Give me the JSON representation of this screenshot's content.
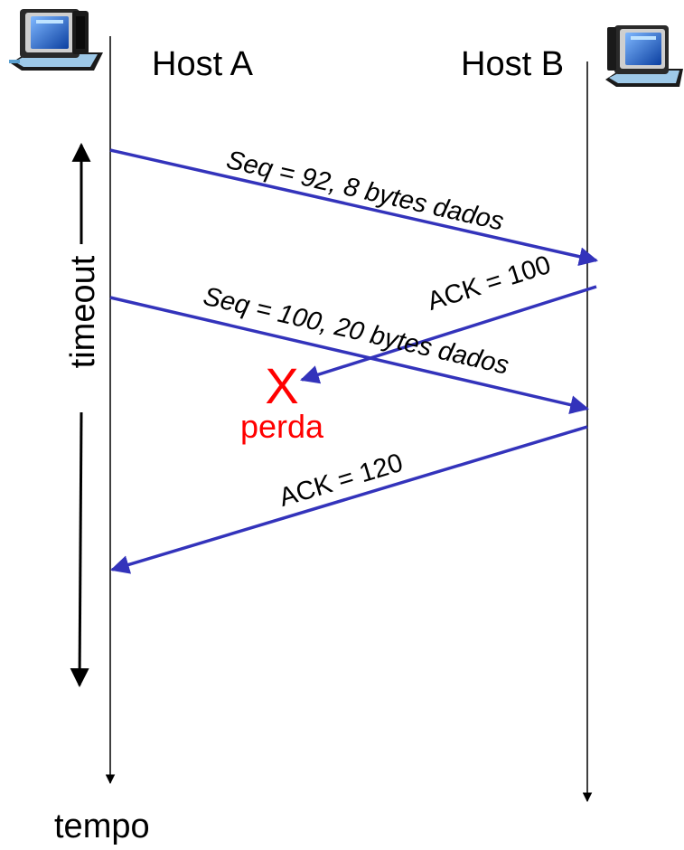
{
  "hosts": {
    "a": {
      "label": "Host A",
      "icon": "computer-icon"
    },
    "b": {
      "label": "Host B",
      "icon": "computer-icon"
    }
  },
  "messages": [
    {
      "from": "Host A",
      "to": "Host B",
      "label": "Seq = 92, 8 bytes dados"
    },
    {
      "from": "Host B",
      "to": "Host A",
      "label": "ACK = 100",
      "lost": true
    },
    {
      "from": "Host A",
      "to": "Host B",
      "label": "Seq = 100, 20 bytes dados"
    },
    {
      "from": "Host B",
      "to": "Host A",
      "label": "ACK = 120"
    }
  ],
  "loss": {
    "mark": "X",
    "label": "perda"
  },
  "timeout_label": "timeout",
  "time_label": "tempo",
  "colors": {
    "arrow": "#3333BB",
    "loss": "#FF0000",
    "text": "#000000",
    "icon_screen": "#1E6FD9",
    "icon_body": "#C8C8C8"
  }
}
